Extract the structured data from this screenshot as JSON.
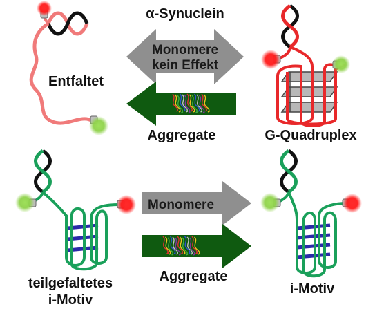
{
  "top": {
    "title": "α-Synuclein",
    "left_label": "Entfaltet",
    "right_label": "G-Quadruplex",
    "monomer_arrow_line1": "Monomere",
    "monomer_arrow_line2": "kein Effekt",
    "aggregate_label": "Aggregate"
  },
  "bottom": {
    "left_label_line1": "teilgefaltetes",
    "left_label_line2": "i-Motiv",
    "right_label": "i-Motiv",
    "monomer_arrow_label": "Monomere",
    "aggregate_label": "Aggregate"
  },
  "colors": {
    "unfolded_strand": "#f07a7a",
    "quadruplex_strand": "#e8282a",
    "imotif_strand": "#1aa05a",
    "duplex_partner": "#111111",
    "base_pairs": "#2a2aa8",
    "monomer_arrow": "#8f8f8f",
    "aggregate_arrow": "#0f5a10",
    "fluorophore_red": "#ff1a1a",
    "fluorophore_green": "#8fd24a",
    "tetrad_plate": "#b8b8b8"
  },
  "icons": [
    "red-fluorophore-icon",
    "green-fluorophore-icon",
    "fibril-aggregate-icon"
  ]
}
